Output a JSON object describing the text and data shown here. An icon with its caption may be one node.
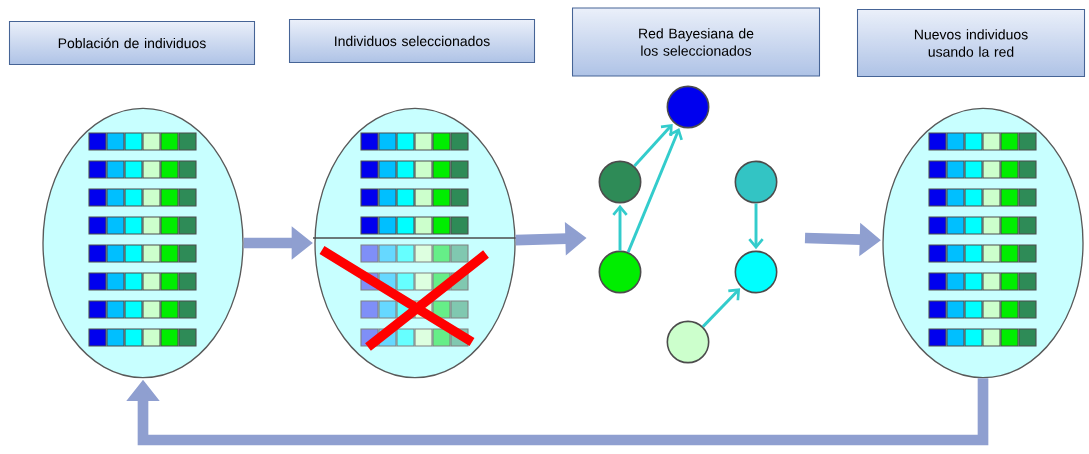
{
  "diagram": {
    "nodes": [
      {
        "text": [
          "Población de individuos"
        ]
      },
      {
        "text": [
          "Individuos seleccionados"
        ]
      },
      {
        "text": [
          "Red Bayesiana de los seleccionados"
        ]
      },
      {
        "text": [
          "Nuevos individuos usando la red"
        ]
      },
      {
        "text": [],
        "shape": "ellipse"
      },
      {
        "text": [],
        "shape": "ellipse"
      },
      {
        "text": [],
        "shape": "circle"
      },
      {
        "text": [],
        "shape": "circle"
      },
      {
        "text": [],
        "shape": "circle"
      },
      {
        "text": [],
        "shape": "circle"
      },
      {
        "text": [],
        "shape": "circle"
      },
      {
        "text": [],
        "shape": "circle"
      },
      {
        "text": [],
        "shape": "ellipse"
      }
    ],
    "edges": [
      {
        "from": 4,
        "to": 5,
        "arrow": "to",
        "style": "thick",
        "color": "#8f9fd0"
      },
      {
        "from": 5,
        "to": null,
        "arrow": "to",
        "style": "thick",
        "color": "#8f9fd0"
      },
      {
        "from": null,
        "to": 12,
        "arrow": "to",
        "style": "thick",
        "color": "#8f9fd0"
      },
      {
        "from": 12,
        "to": 4,
        "arrow": "to",
        "style": "thick",
        "color": "#8f9fd0"
      },
      {
        "from": 9,
        "to": 7,
        "arrow": "to"
      },
      {
        "from": 9,
        "to": 6,
        "arrow": "to"
      },
      {
        "from": 7,
        "to": 6,
        "arrow": "to"
      },
      {
        "from": 8,
        "to": 10,
        "arrow": "to"
      },
      {
        "from": 11,
        "to": 10,
        "arrow": "to"
      }
    ]
  }
}
